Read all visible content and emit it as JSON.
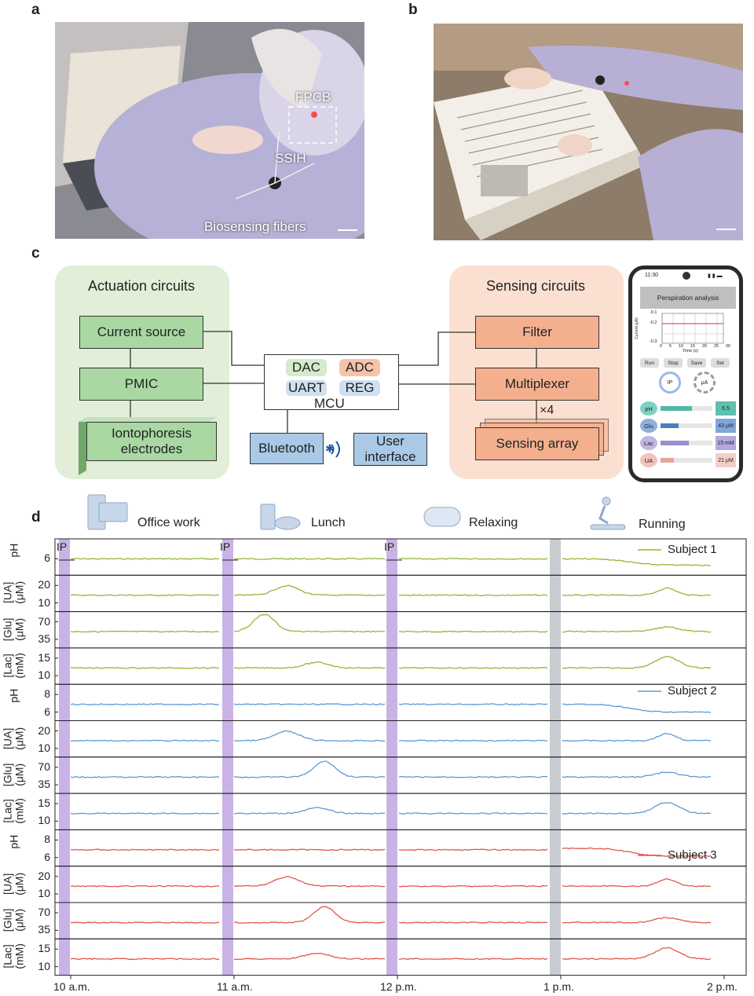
{
  "panels": {
    "a": "a",
    "b": "b",
    "c": "c",
    "d": "d"
  },
  "photo_a": {
    "fpcb": "FPCB",
    "ssih": "SSIH",
    "fibers": "Biosensing fibers"
  },
  "circuit": {
    "actuation_title": "Actuation circuits",
    "sensing_title": "Sensing circuits",
    "current_source": "Current source",
    "pmic": "PMIC",
    "iontophoresis": "Iontophoresis electrodes",
    "dac": "DAC",
    "adc": "ADC",
    "uart": "UART",
    "reg": "REG",
    "mcu": "MCU",
    "bluetooth": "Bluetooth",
    "user_interface": "User interface",
    "filter": "Filter",
    "multiplexer": "Multiplexer",
    "times4": "×4",
    "sensing_array": "Sensing array"
  },
  "phone": {
    "time": "11:30",
    "title": "Perspiration analysis",
    "xlabel": "Time (s)",
    "ylabel": "Current (μA)",
    "yticks": [
      "-0.1",
      "-0.2",
      "-0.3"
    ],
    "xticks": [
      "0",
      "5",
      "10",
      "15",
      "20",
      "25",
      "30"
    ],
    "buttons": [
      "Run",
      "Stop",
      "Save",
      "Set"
    ],
    "ip": "IP",
    "ua": "μA",
    "rows": [
      {
        "label": "pH",
        "value": "6.5",
        "color": "#4fb8a8"
      },
      {
        "label": "Glu",
        "value": "43 μM",
        "color": "#4a7fc1"
      },
      {
        "label": "Lac",
        "value": "15 mM",
        "color": "#9b8dd0"
      },
      {
        "label": "UA",
        "value": "21 μM",
        "color": "#e7a39a"
      }
    ]
  },
  "activities": [
    "Office work",
    "Lunch",
    "Relaxing",
    "Running"
  ],
  "ip_label": "IP",
  "legend": {
    "s1": "Subject 1",
    "s2": "Subject 2",
    "s3": "Subject 3"
  },
  "colors": {
    "s1": "#8fb832",
    "s2": "#5b9ad6",
    "s3": "#e0574a",
    "ip_band": "#c9b3e6",
    "gap_band": "#c9ccd1"
  },
  "chart_data": {
    "type": "line",
    "x_ticks": [
      "10 a.m.",
      "11 a.m.",
      "12 p.m.",
      "1 p.m.",
      "2 p.m."
    ],
    "panels": [
      {
        "subject": "Subject 1",
        "ylabel": "pH",
        "yticks": [
          "6"
        ]
      },
      {
        "subject": "Subject 1",
        "ylabel": "[UA] (μM)",
        "yticks": [
          "20",
          "10"
        ]
      },
      {
        "subject": "Subject 1",
        "ylabel": "[Glu] (μM)",
        "yticks": [
          "70",
          "35"
        ]
      },
      {
        "subject": "Subject 1",
        "ylabel": "[Lac] (mM)",
        "yticks": [
          "15",
          "10"
        ]
      },
      {
        "subject": "Subject 2",
        "ylabel": "pH",
        "yticks": [
          "8",
          "6"
        ]
      },
      {
        "subject": "Subject 2",
        "ylabel": "[UA] (μM)",
        "yticks": [
          "20",
          "10"
        ]
      },
      {
        "subject": "Subject 2",
        "ylabel": "[Glu] (μM)",
        "yticks": [
          "70",
          "35"
        ]
      },
      {
        "subject": "Subject 2",
        "ylabel": "[Lac] (mM)",
        "yticks": [
          "15",
          "10"
        ]
      },
      {
        "subject": "Subject 3",
        "ylabel": "pH",
        "yticks": [
          "8",
          "6"
        ]
      },
      {
        "subject": "Subject 3",
        "ylabel": "[UA] (μM)",
        "yticks": [
          "20",
          "10"
        ]
      },
      {
        "subject": "Subject 3",
        "ylabel": "[Glu] (μM)",
        "yticks": [
          "70",
          "35"
        ]
      },
      {
        "subject": "Subject 3",
        "ylabel": "[Lac] (mM)",
        "yticks": [
          "15",
          "10"
        ]
      }
    ]
  }
}
